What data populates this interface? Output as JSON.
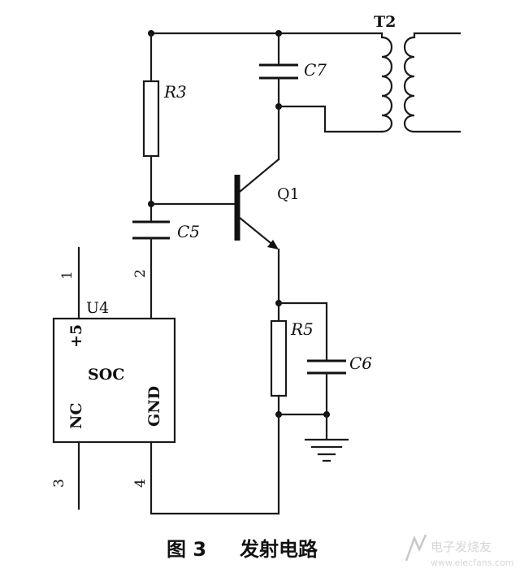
{
  "labels": {
    "t2": "T2",
    "c7": "C7",
    "r3": "R3",
    "q1": "Q1",
    "c5": "C5",
    "r5": "R5",
    "c6": "C6",
    "u4": "U4",
    "soc": "SOC",
    "plus5": "+5",
    "nc": "NC",
    "gnd": "GND"
  },
  "pins": {
    "p1": "1",
    "p2": "2",
    "p3": "3",
    "p4": "4"
  },
  "caption": {
    "figure": "图 3",
    "title": "发射电路"
  },
  "watermark": {
    "name": "电子发烧友",
    "url": "www.elecfans.com"
  }
}
